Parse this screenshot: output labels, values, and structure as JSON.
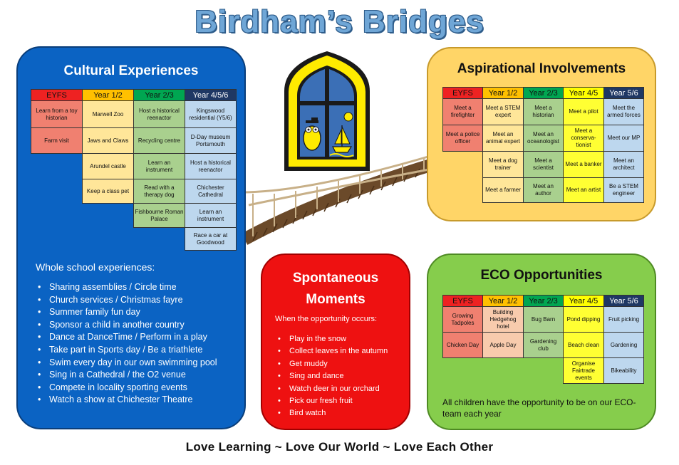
{
  "title": "Birdham’s Bridges",
  "tagline": "Love Learning ~ Love Our World ~ Love Each Other",
  "cultural": {
    "title": "Cultural Experiences",
    "headers": [
      "EYFS",
      "Year 1/2",
      "Year 2/3",
      "Year 4/5/6"
    ],
    "rows": [
      [
        "Learn from a toy historian",
        "Marwell Zoo",
        "Host a historical reenactor",
        "Kingswood residential (Y5/6)"
      ],
      [
        "Farm visit",
        "Jaws and Claws",
        "Recycling centre",
        "D-Day museum Portsmouth"
      ],
      [
        "",
        "Arundel castle",
        "Learn an instrument",
        "Host a historical reenactor"
      ],
      [
        "",
        "Keep a class pet",
        "Read with a therapy dog",
        "Chichester Cathedral"
      ],
      [
        "",
        "",
        "Fishbourne Roman Palace",
        "Learn an instrument"
      ],
      [
        "",
        "",
        "",
        "Race a car at Goodwood"
      ]
    ],
    "whole_school_heading": "Whole school experiences:",
    "whole_school": [
      "Sharing assemblies / Circle time",
      "Church services / Christmas fayre",
      "Summer family fun day",
      "Sponsor a child in another country",
      "Dance at DanceTime / Perform in a play",
      "Take part in Sports day / Be a triathlete",
      "Swim every day in our own swimming pool",
      "Sing in a Cathedral / the O2 venue",
      "Compete in locality sporting events",
      "Watch a show at Chichester Theatre"
    ]
  },
  "aspirational": {
    "title": "Aspirational Involvements",
    "headers": [
      "EYFS",
      "Year 1/2",
      "Year 2/3",
      "Year 4/5",
      "Year 5/6"
    ],
    "rows": [
      [
        "Meet a firefighter",
        "Meet a STEM expert",
        "Meet a historian",
        "Meet a pilot",
        "Meet the armed forces"
      ],
      [
        "Meet a police officer",
        "Meet an animal expert",
        "Meet an oceanologist",
        "Meet a conserva-tionist",
        "Meet our MP"
      ],
      [
        "",
        "Meet a dog trainer",
        "Meet a scientist",
        "Meet a banker",
        "Meet an architect"
      ],
      [
        "",
        "Meet a farmer",
        "Meet an author",
        "Meet an artist",
        "Be a STEM engineer"
      ]
    ]
  },
  "spontaneous": {
    "title_line1": "Spontaneous",
    "title_line2": "Moments",
    "subheading": "When the opportunity occurs:",
    "items": [
      "Play in the snow",
      "Collect leaves in the autumn",
      "Get muddy",
      "Sing and dance",
      "Watch deer in our orchard",
      "Pick our fresh fruit",
      "Bird watch"
    ]
  },
  "eco": {
    "title": "ECO Opportunities",
    "headers": [
      "EYFS",
      "Year 1/2",
      "Year 2/3",
      "Year 4/5",
      "Year 5/6"
    ],
    "rows": [
      [
        "Growing Tadpoles",
        "Building Hedgehog hotel",
        "Bug Barn",
        "Pond dipping",
        "Fruit picking"
      ],
      [
        "Chicken Day",
        "Apple Day",
        "Gardening club",
        "Beach clean",
        "Gardening"
      ],
      [
        "",
        "",
        "",
        "Organise Fairtrade events",
        "Bikeability"
      ]
    ],
    "footer": "All children have the opportunity to be on our ECO-team each year"
  }
}
